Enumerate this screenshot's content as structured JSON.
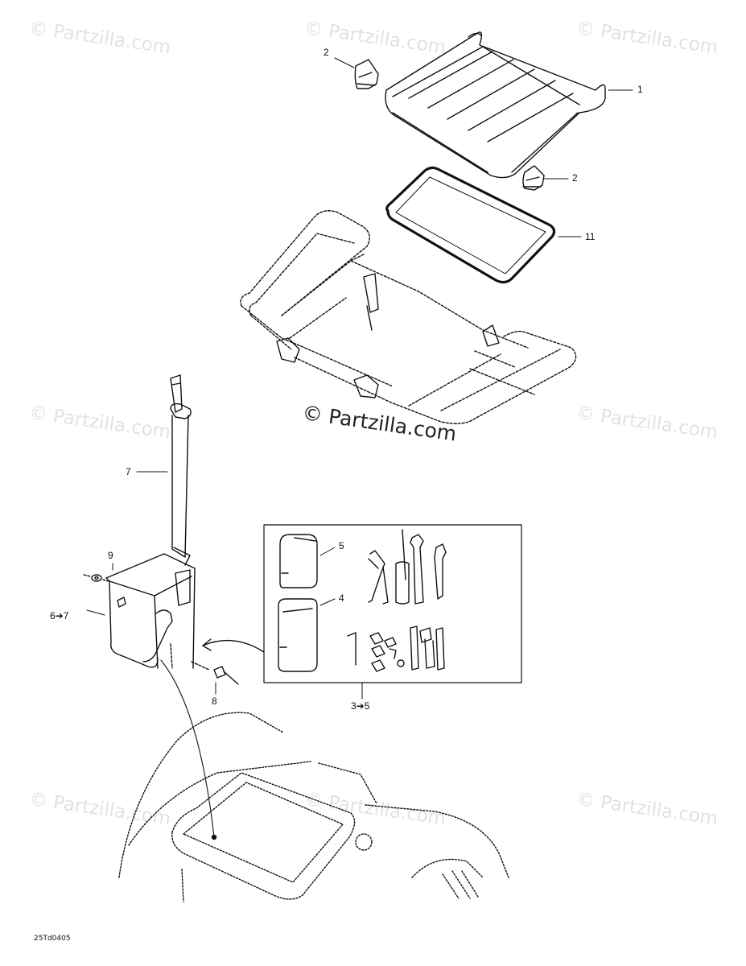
{
  "watermark": {
    "text": "© Partzilla.com",
    "center_text": "© Partzilla.com"
  },
  "callouts": {
    "c1": "1",
    "c2a": "2",
    "c2b": "2",
    "c11": "11",
    "c7": "7",
    "c9": "9",
    "c67": "6➔7",
    "c8": "8",
    "c5": "5",
    "c4": "4",
    "c35": "3➔5"
  },
  "drawing_code": "25Td0405",
  "icons": [
    "seat-cushion",
    "seat-clip",
    "seat-gasket",
    "frame",
    "strap",
    "toolkit-holder",
    "washer",
    "rivet",
    "toolbag-cover",
    "toolbag",
    "pliers",
    "screwdriver",
    "wrench",
    "hex-key",
    "fuse",
    "spark-plug-socket",
    "body-shell"
  ]
}
